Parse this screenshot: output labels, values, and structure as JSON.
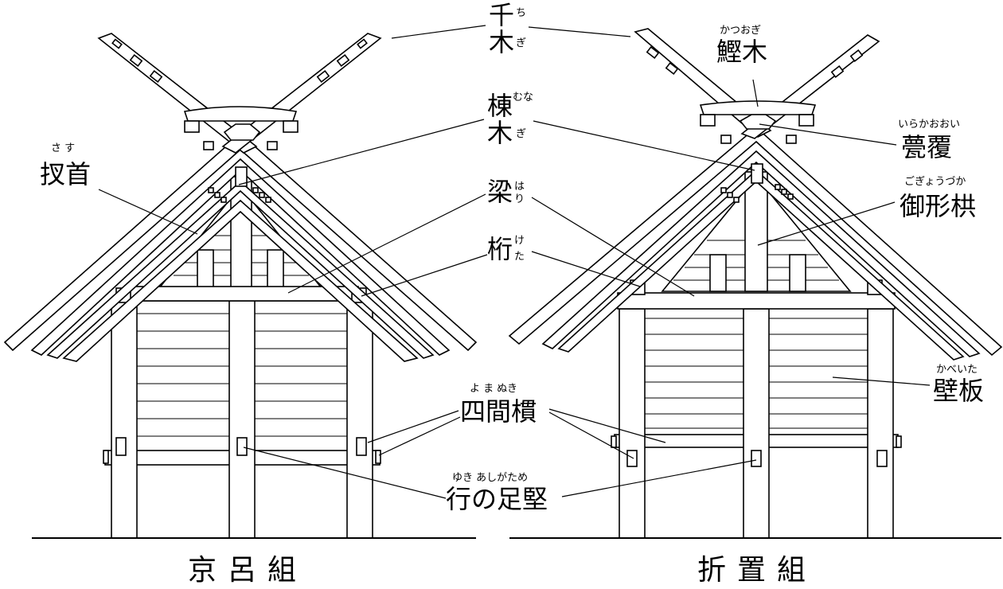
{
  "labels": {
    "chigi_1": "千",
    "chigi_2": "木",
    "chigi_furi_1": "ち",
    "chigi_furi_2": "ぎ",
    "munagi_1": "棟",
    "munagi_2": "木",
    "munagi_furi_1": "むな",
    "munagi_furi_2": "ぎ",
    "sasu": "扠首",
    "sasu_furi": "さ す",
    "hari": "梁",
    "hari_furi_1": "は",
    "hari_furi_2": "り",
    "keta": "桁",
    "keta_furi_1": "け",
    "keta_furi_2": "た",
    "katsuogi": "鰹木",
    "katsuogi_furi": "かつおぎ",
    "irakaooi": "甍覆",
    "irakaooi_furi": "いらかおおい",
    "gogyouzuka": "御形栱",
    "gogyouzuka_furi": "ごぎょうづか",
    "kabeita": "壁板",
    "kabeita_furi": "かべいた",
    "yomanuki": "四間樌",
    "yomanuki_furi": "よ ま ぬき",
    "yukinoashigatame": "行の足堅",
    "yukinoashigatame_furi": "ゆき   あしがため"
  },
  "footer": {
    "left_title": "京呂組",
    "right_title": "折置組"
  }
}
